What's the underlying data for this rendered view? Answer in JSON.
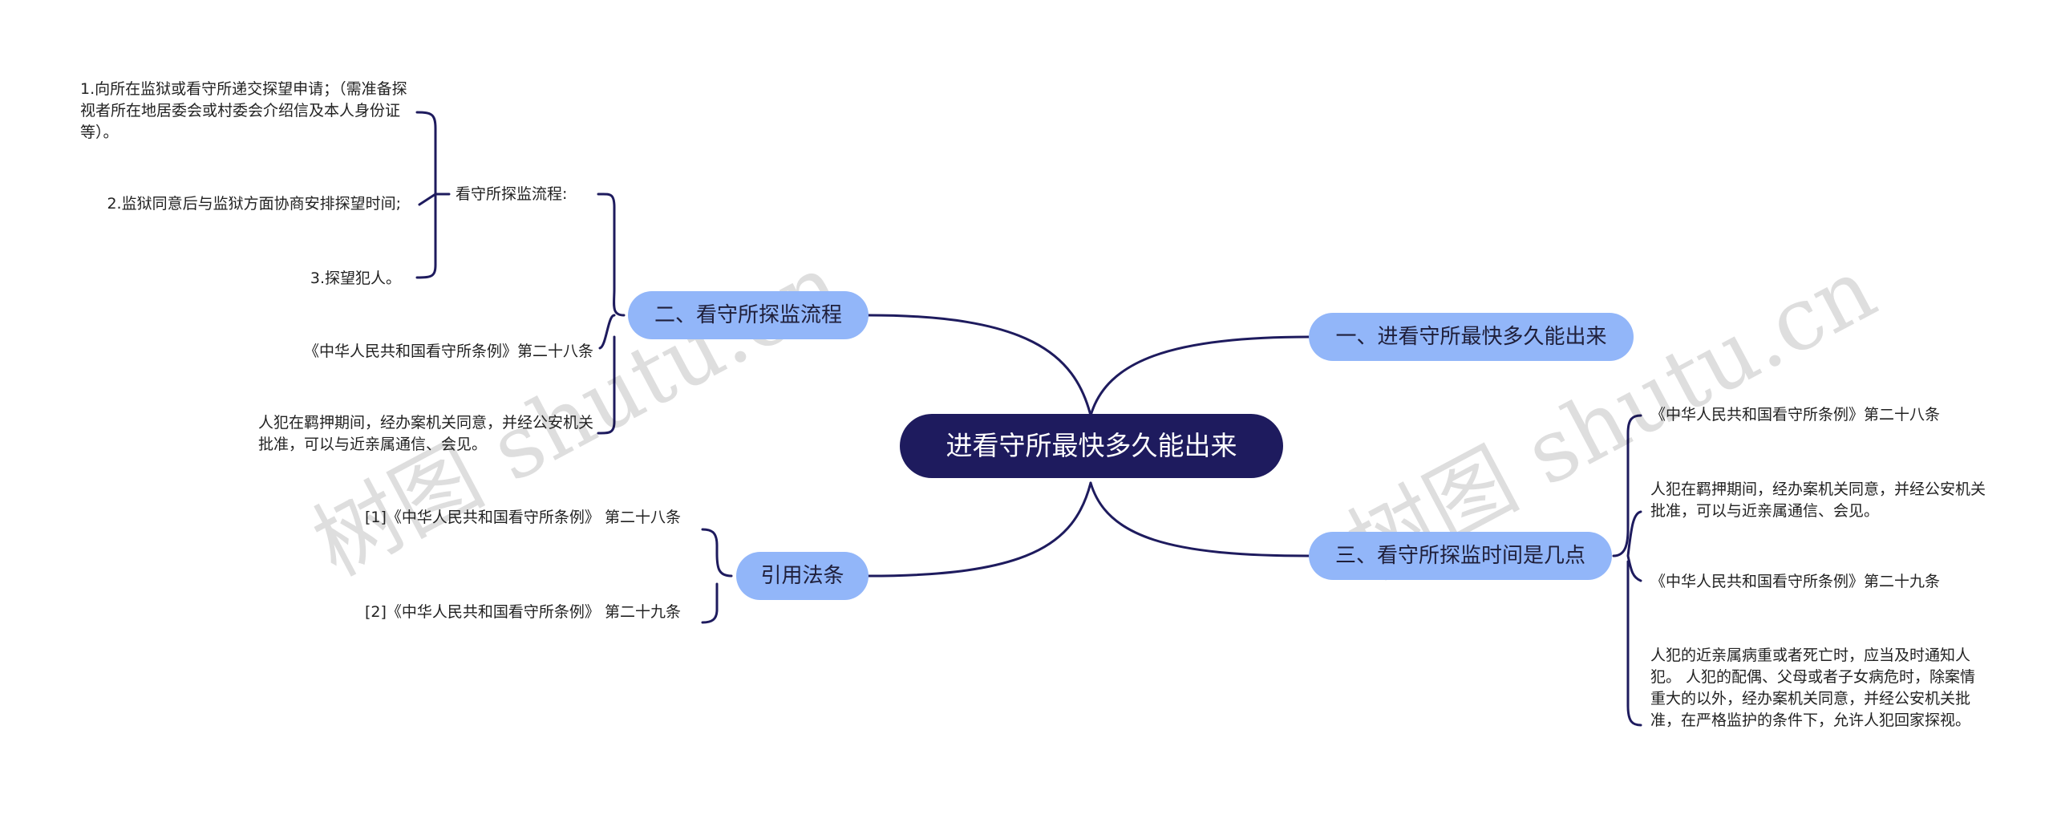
{
  "root": {
    "label": "进看守所最快多久能出来"
  },
  "branches": {
    "b1": {
      "label": "一、进看守所最快多久能出来"
    },
    "b2": {
      "label": "二、看守所探监流程"
    },
    "b3": {
      "label": "三、看守所探监时间是几点"
    },
    "b4": {
      "label": "引用法条"
    }
  },
  "b2_children": {
    "process_label": "看守所探监流程:",
    "steps": [
      "1.向所在监狱或看守所递交探望申请；（需准备探视者所在地居委会或村委会介绍信及本人身份证等）。",
      "2.监狱同意后与监狱方面协商安排探望时间;",
      "3.探望犯人。"
    ],
    "law_ref": "《中华人民共和国看守所条例》第二十八条",
    "law_text": "人犯在羁押期间，经办案机关同意，并经公安机关批准，可以与近亲属通信、会见。"
  },
  "b3_children": {
    "law28_ref": "《中华人民共和国看守所条例》第二十八条",
    "law28_text": "人犯在羁押期间，经办案机关同意，并经公安机关批准，可以与近亲属通信、会见。",
    "law29_ref": "《中华人民共和国看守所条例》第二十九条",
    "law29_text": "人犯的近亲属病重或者死亡时，应当及时通知人犯。 人犯的配偶、父母或者子女病危时，除案情重大的以外，经办案机关同意，并经公安机关批准，在严格监护的条件下，允许人犯回家探视。"
  },
  "b4_children": {
    "ref1": "[1]《中华人民共和国看守所条例》 第二十八条",
    "ref2": "[2]《中华人民共和国看守所条例》 第二十九条"
  },
  "watermark": {
    "text": "树图 shutu.cn"
  },
  "colors": {
    "root_fill": "#1e1b5e",
    "branch_fill": "#92b6f9",
    "line": "#1e1b5e"
  }
}
